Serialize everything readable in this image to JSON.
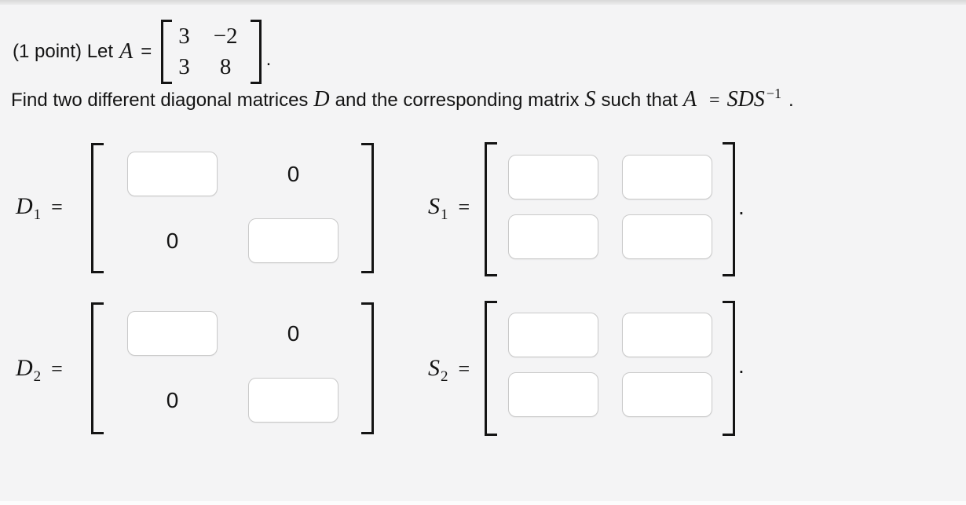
{
  "colors": {
    "background": "#f4f4f5",
    "top_band": "#d8d8d8",
    "text": "#141414",
    "box_border": "#c9c9c9",
    "box_background": "#ffffff"
  },
  "intro": {
    "prefix": "(1 point) Let",
    "var": "A",
    "equals": "=",
    "matrix": {
      "r1c1": "3",
      "r1c2": "−2",
      "r2c1": "3",
      "r2c2": "8"
    },
    "period": "."
  },
  "instruction": {
    "seg1": "Find two different diagonal matrices",
    "var1": "D",
    "seg2": "and the corresponding matrix",
    "var2": "S",
    "seg3": "such that",
    "var3": "A",
    "equals": "=",
    "expr": "SDS",
    "sup": "−1",
    "period": "."
  },
  "answers": {
    "d1": {
      "letter": "D",
      "sub": "1",
      "equals": "=",
      "zeros": {
        "r1c2": "0",
        "r2c1": "0"
      }
    },
    "s1": {
      "letter": "S",
      "sub": "1",
      "equals": "=",
      "period": "."
    },
    "d2": {
      "letter": "D",
      "sub": "2",
      "equals": "=",
      "zeros": {
        "r1c2": "0",
        "r2c1": "0"
      }
    },
    "s2": {
      "letter": "S",
      "sub": "2",
      "equals": "=",
      "period": "."
    }
  }
}
